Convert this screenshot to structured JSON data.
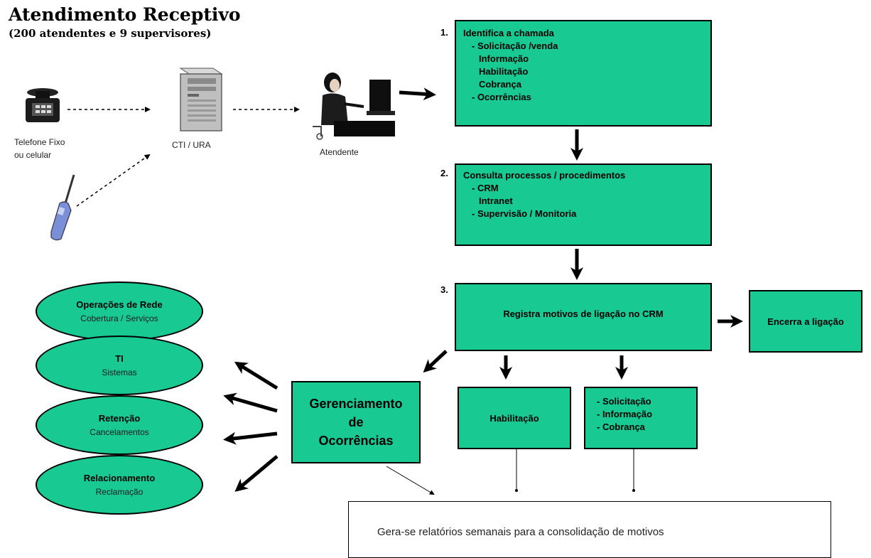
{
  "header": {
    "title": "Atendimento Receptivo",
    "subtitle": "(200 atendentes e 9 supervisores)"
  },
  "devices": {
    "phone_caption_1": "Telefone Fixo",
    "phone_caption_2": "ou celular",
    "cti_caption": "CTI / URA",
    "agent_caption": "Atendente"
  },
  "steps": {
    "step1": {
      "number": "1.",
      "title": "Identifica a chamada",
      "items": [
        "- Solicitação /venda",
        "Informação",
        "Habilitação",
        "Cobrança",
        "- Ocorrências"
      ]
    },
    "step2": {
      "number": "2.",
      "title": "Consulta processos / procedimentos",
      "items": [
        "- CRM",
        "Intranet",
        "- Supervisão / Monitoria"
      ]
    },
    "step3": {
      "number": "3.",
      "title": "Registra motivos de ligação no CRM"
    }
  },
  "end_call": "Encerra a ligação",
  "habilitacao": "Habilitação",
  "requests_box": [
    "- Solicitação",
    "- Informação",
    "- Cobrança"
  ],
  "occurrences": {
    "line1": "Gerenciamento",
    "line2": "de",
    "line3": "Ocorrências"
  },
  "areas": [
    {
      "title": "Operações de Rede",
      "sub": "Cobertura / Serviços"
    },
    {
      "title": "TI",
      "sub": "Sistemas"
    },
    {
      "title": "Retenção",
      "sub": "Cancelamentos"
    },
    {
      "title": "Relacionamento",
      "sub": "Reclamação"
    }
  ],
  "report": "Gera-se relatórios semanais para a consolidação de motivos",
  "colors": {
    "box_fill": "#19c992",
    "border": "#000000"
  }
}
